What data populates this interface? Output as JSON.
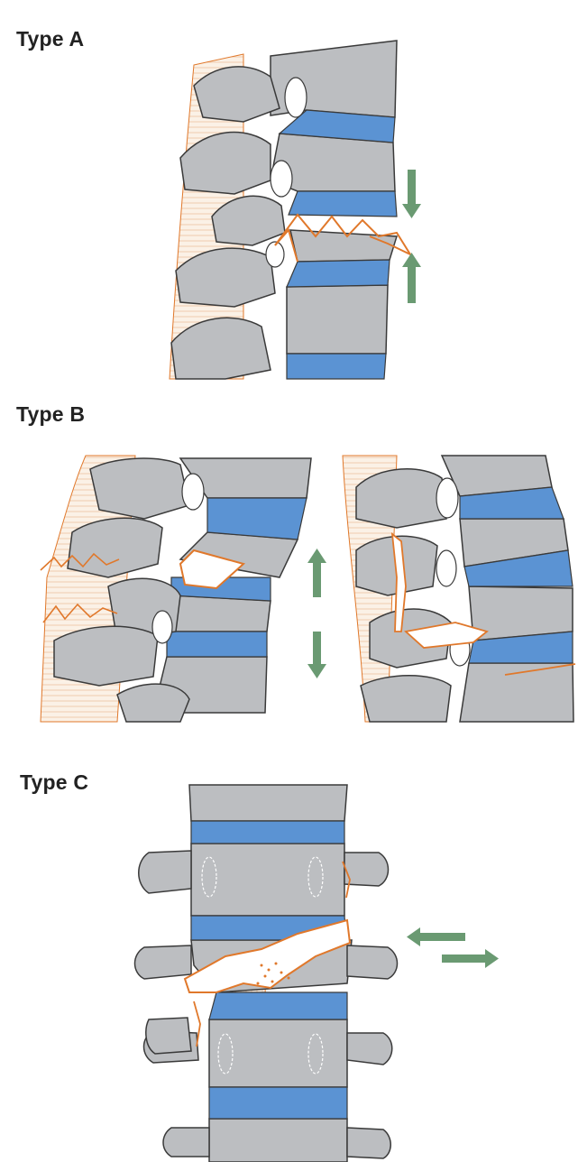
{
  "panels": {
    "a": {
      "label": "Type A"
    },
    "b": {
      "label": "Type B"
    },
    "c": {
      "label": "Type C"
    }
  },
  "colors": {
    "bone": "#bcbec1",
    "bone_stroke": "#3a3a3a",
    "disc": "#5b93d3",
    "fracture": "#e0782b",
    "ligament": "#fbeee0",
    "arrow": "#6a9a72"
  },
  "icons": {
    "arrow": "force-arrow-icon"
  }
}
